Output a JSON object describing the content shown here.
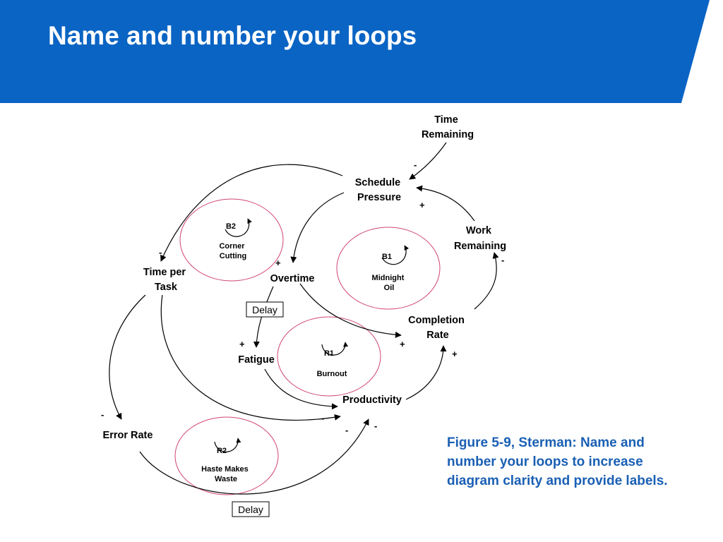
{
  "slide": {
    "title": "Name and number your loops",
    "header_color": "#0a64c4",
    "caption": "Figure 5-9, Sterman: Name and number your loops to increase diagram clarity and provide labels.",
    "caption_color": "#1a5fb4"
  },
  "diagram": {
    "nodes": {
      "time_remaining": [
        "Time",
        "Remaining"
      ],
      "schedule_pressure": [
        "Schedule",
        "Pressure"
      ],
      "work_remaining": [
        "Work",
        "Remaining"
      ],
      "time_per_task": [
        "Time per",
        "Task"
      ],
      "overtime": [
        "Overtime"
      ],
      "completion_rate": [
        "Completion",
        "Rate"
      ],
      "fatigue": [
        "Fatigue"
      ],
      "productivity": [
        "Productivity"
      ],
      "error_rate": [
        "Error Rate"
      ]
    },
    "delays": [
      "Delay",
      "Delay"
    ],
    "loops": [
      {
        "id": "B2",
        "name": [
          "Corner",
          "Cutting"
        ]
      },
      {
        "id": "B1",
        "name": [
          "Midnight",
          "Oil"
        ]
      },
      {
        "id": "R1",
        "name": [
          "Burnout"
        ]
      },
      {
        "id": "R2",
        "name": [
          "Haste Makes",
          "Waste"
        ]
      }
    ],
    "loop_ring_color": "#d0437a",
    "polarities": {
      "time_remaining_to_schedule_pressure": "-",
      "work_remaining_to_schedule_pressure": "+",
      "schedule_pressure_to_time_per_task": "-",
      "schedule_pressure_to_overtime": "+",
      "completion_rate_to_work_remaining": "-",
      "overtime_to_completion_rate": "+",
      "overtime_to_fatigue": "+",
      "productivity_to_completion_rate": "+",
      "time_per_task_to_error_rate": "-",
      "fatigue_to_productivity": "-",
      "time_per_task_to_productivity": "-",
      "error_rate_to_productivity": "-"
    }
  }
}
